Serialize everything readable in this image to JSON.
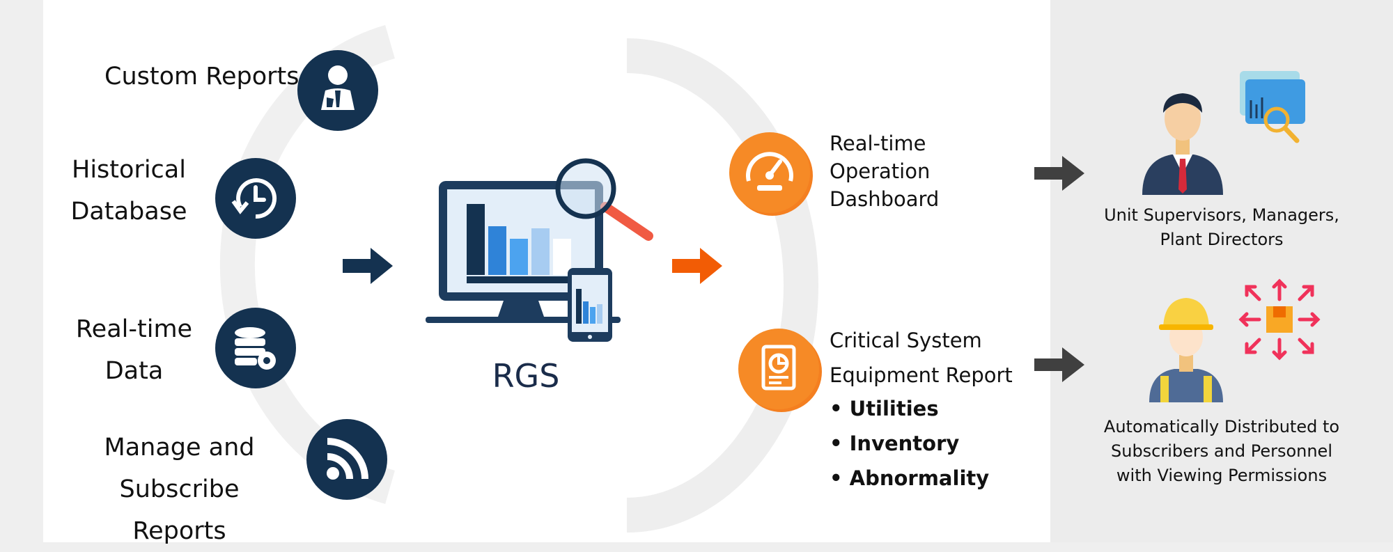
{
  "inputs": [
    {
      "label": "Custom Reports",
      "icon": "user-report-icon"
    },
    {
      "label": "Historical\nDatabase",
      "icon": "history-icon"
    },
    {
      "label": "Real-time\nData",
      "icon": "database-gear-icon"
    },
    {
      "label": "Manage and\nSubscribe Reports",
      "icon": "rss-icon"
    }
  ],
  "center": {
    "label": "RGS",
    "icon": "computer-chart-icon"
  },
  "outputs": [
    {
      "label": "Real-time\nOperation\nDashboard",
      "icon": "speedometer-icon"
    },
    {
      "label": "Critical System\nEquipment Report",
      "icon": "report-icon",
      "bullets": [
        "Utilities",
        "Inventory",
        "Abnormality"
      ]
    }
  ],
  "recipients": [
    {
      "caption": "Unit Supervisors, Managers,\nPlant Directors",
      "icon": "manager-icon"
    },
    {
      "caption": "Automatically Distributed to\nSubscribers and Personnel\nwith Viewing Permissions",
      "icon": "worker-icon"
    }
  ],
  "colors": {
    "navy": "#143250",
    "orange": "#f47f20",
    "arrow_dark": "#404040",
    "arrow_orange": "#f25c05"
  }
}
